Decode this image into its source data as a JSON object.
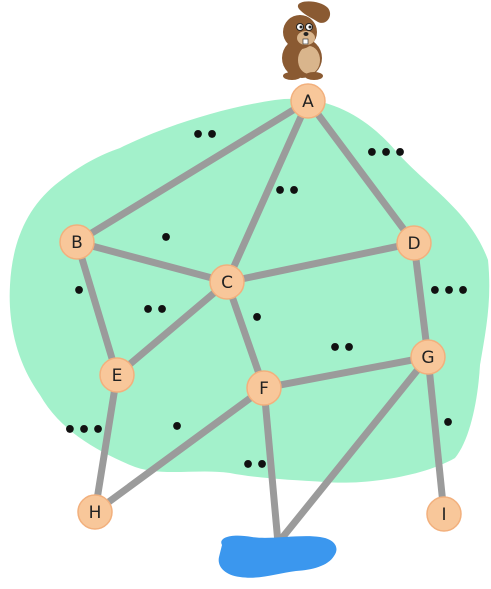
{
  "colors": {
    "land": "#a3f1cb",
    "edge": "#9b9b9b",
    "node_fill": "#f8c79a",
    "node_stroke": "#f2b07d",
    "pond": "#3b97ee",
    "beaver_fur": "#8a5a32"
  },
  "icons": {
    "beaver": "beaver-icon",
    "pond": "pond-icon"
  },
  "nodes": [
    {
      "id": "A",
      "label": "A"
    },
    {
      "id": "B",
      "label": "B"
    },
    {
      "id": "C",
      "label": "C"
    },
    {
      "id": "D",
      "label": "D"
    },
    {
      "id": "E",
      "label": "E"
    },
    {
      "id": "F",
      "label": "F"
    },
    {
      "id": "G",
      "label": "G"
    },
    {
      "id": "H",
      "label": "H"
    },
    {
      "id": "I",
      "label": "I"
    }
  ],
  "edges": [
    {
      "id": "A-B",
      "from": "A",
      "to": "B",
      "cost": "••"
    },
    {
      "id": "A-C",
      "from": "A",
      "to": "C",
      "cost": "••"
    },
    {
      "id": "A-D",
      "from": "A",
      "to": "D",
      "cost": "•••"
    },
    {
      "id": "B-C",
      "from": "B",
      "to": "C",
      "cost": "•"
    },
    {
      "id": "C-D",
      "from": "C",
      "to": "D",
      "cost": ""
    },
    {
      "id": "B-E",
      "from": "B",
      "to": "E",
      "cost": "•"
    },
    {
      "id": "C-E",
      "from": "C",
      "to": "E",
      "cost": "••"
    },
    {
      "id": "C-F",
      "from": "C",
      "to": "F",
      "cost": "•"
    },
    {
      "id": "D-G",
      "from": "D",
      "to": "G",
      "cost": "•••"
    },
    {
      "id": "F-G",
      "from": "F",
      "to": "G",
      "cost": "••"
    },
    {
      "id": "E-H",
      "from": "E",
      "to": "H",
      "cost": "•••"
    },
    {
      "id": "F-H",
      "from": "F",
      "to": "H",
      "cost": "•"
    },
    {
      "id": "G-I",
      "from": "G",
      "to": "I",
      "cost": "•"
    },
    {
      "id": "F-pond",
      "from": "F",
      "to": "pond",
      "cost": "••"
    },
    {
      "id": "G-pond",
      "from": "G",
      "to": "pond",
      "cost": ""
    }
  ]
}
